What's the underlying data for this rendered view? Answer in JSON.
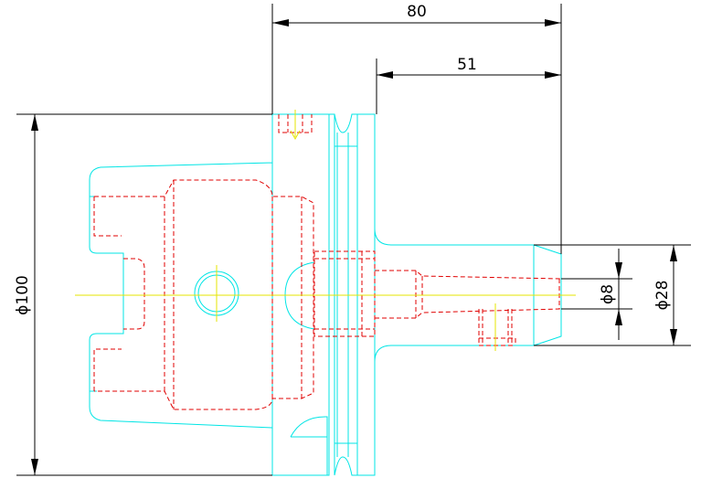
{
  "dimensions": {
    "overall_length": "80",
    "flange_to_end": "51",
    "main_diameter": "ϕ100",
    "bore_diameter": "ϕ8",
    "shank_diameter": "ϕ28"
  },
  "colors": {
    "outline": "#00e5e5",
    "hidden": "#e00000",
    "centerline": "#e5e500",
    "dimension": "#000000"
  }
}
